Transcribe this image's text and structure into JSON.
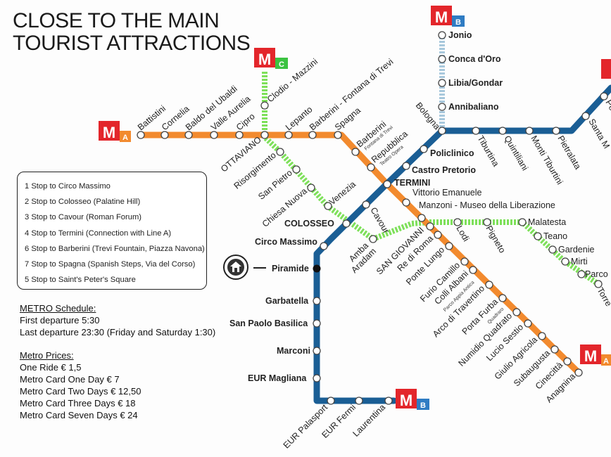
{
  "title": {
    "line1": "CLOSE TO THE MAIN",
    "line2": "TOURIST ATTRACTIONS"
  },
  "colors": {
    "line_a": "#f28a2e",
    "line_b": "#1a5e95",
    "line_c": "#7ee05a",
    "line_b1": "#a8c8dc",
    "metro_red": "#e3262b"
  },
  "badges": [
    {
      "id": "a-west",
      "m": "M",
      "letter": "A"
    },
    {
      "id": "c",
      "m": "M",
      "letter": "C"
    },
    {
      "id": "b1",
      "m": "M",
      "letter": "B"
    },
    {
      "id": "b-south",
      "m": "M",
      "letter": "B"
    },
    {
      "id": "a-south",
      "m": "M",
      "letter": "A"
    }
  ],
  "stations": {
    "battistini": "Battistini",
    "cornelia": "Cornelia",
    "baldo": "Baldo del Ubaldi",
    "valle_aurelia": "Valle Aurelia",
    "cipro": "Cipro",
    "lepanto": "Lepanto",
    "barberini_trevi": "Barberini - Fontana di Trevi",
    "spagna": "Spagna",
    "ottaviano": "OTTAVIANO",
    "clodio": "Clodio - Mazzini",
    "risorgimento": "Risorgimento",
    "san_pietro": "San Pietro",
    "chiesa_nuova": "Chiesa Nuova",
    "venezia": "Venezia",
    "colosseo": "COLOSSEO",
    "circo_massimo": "Circo Massimo",
    "piramide": "Piramide",
    "garbatella": "Garbatella",
    "san_paolo": "San Paolo Basilica",
    "marconi": "Marconi",
    "eur_magliana": "EUR Magliana",
    "eur_palasport": "EUR Palasport",
    "eur_fermi": "EUR Fermi",
    "laurentina": "Laurentina",
    "cavour": "Cavour",
    "termini": "TERMINI",
    "castro_pretorio": "Castro Pretorio",
    "policlinico": "Policlinico",
    "bologna": "Bologna",
    "tiburtina": "Tiburtina",
    "quintiliani": "Quintiliani",
    "monti_tiburtini": "Monti Tiburtini",
    "pietralata": "Pietralata",
    "santa_maria": "Santa M",
    "ponte_mammolo": "Po",
    "jonio": "Jonio",
    "conca_oro": "Conca d'Oro",
    "libia": "Libia/Gondar",
    "annibaliano": "Annibaliano",
    "barberini": "Barberini",
    "fontana_trevi_small": "Fontana di Trevi",
    "repubblica": "Repubblica",
    "teatro_opera": "Teatro Opera",
    "vittorio": "Vittorio Emanuele",
    "manzoni": "Manzoni - Museo della Liberazione",
    "san_giovanni": "SAN GIOVANNI",
    "amba_aradam_1": "Amba",
    "amba_aradam_2": "Aradam",
    "re_di_roma": "Re di Roma",
    "ponte_lungo": "Ponte Lungo",
    "furio_camillo": "Furio Camillo",
    "colli_albani": "Colli Albani",
    "parco_appia": "Parco Appia Antica",
    "arco_travertino": "Arco di Travertino",
    "porta_furba": "Porta Furba",
    "quadraro": "Quadraro",
    "numidio": "Numidio Quadrato",
    "lucio_sestio": "Lucio Sestio",
    "giulio_agricola": "Giulio Agricola",
    "subaugusta": "Subaugusta",
    "cinecitta": "Cinecittà",
    "anagnina": "Anagnina",
    "lodi": "Lodi",
    "pigneto": "Pigneto",
    "malatesta": "Malatesta",
    "teano": "Teano",
    "gardenie": "Gardenie",
    "mirti": "Mirti",
    "parco": "Parco",
    "torre": "Torre"
  },
  "stops_box": [
    "1 Stop to Circo Massimo",
    "2 Stop to Colosseo (Palatine Hill)",
    "3 Stop to Cavour  (Roman Forum)",
    "4 Stop to Termini (Connection with Line A)",
    "6 Stop to Barberini (Trevi Fountain, Piazza Navona)",
    "7 Stop to Spagna (Spanish Steps, Via del Corso)",
    "5 Stop to Saint's Peter's Square"
  ],
  "schedule": {
    "heading": "METRO Schedule:",
    "first": "First departure 5:30",
    "last": "Last departure 23:30 (Friday and Saturday 1:30)"
  },
  "prices": {
    "heading": "Metro Prices:",
    "items": [
      "One Ride € 1,5",
      "Metro Card One Day € 7",
      "Metro Card Two Days € 12,50",
      "Metro Card Three Days € 18",
      "Metro Card Seven Days € 24"
    ]
  }
}
